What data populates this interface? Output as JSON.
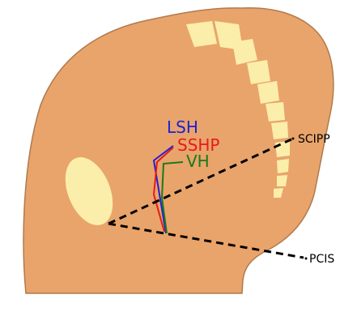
{
  "labels": {
    "lsh": "LSH",
    "sshp": "SSHP",
    "vh": "VH",
    "scipp": "SCIPP",
    "pcis": "PCIS"
  },
  "colors": {
    "head_fill": "#e9a46b",
    "head_stroke": "#b07a4c",
    "bone": "#fbeeaa",
    "lsh": "#1f1fd6",
    "sshp": "#e61b1b",
    "vh": "#1a7a1a",
    "dashed": "#000000",
    "label_text": "#000000"
  }
}
